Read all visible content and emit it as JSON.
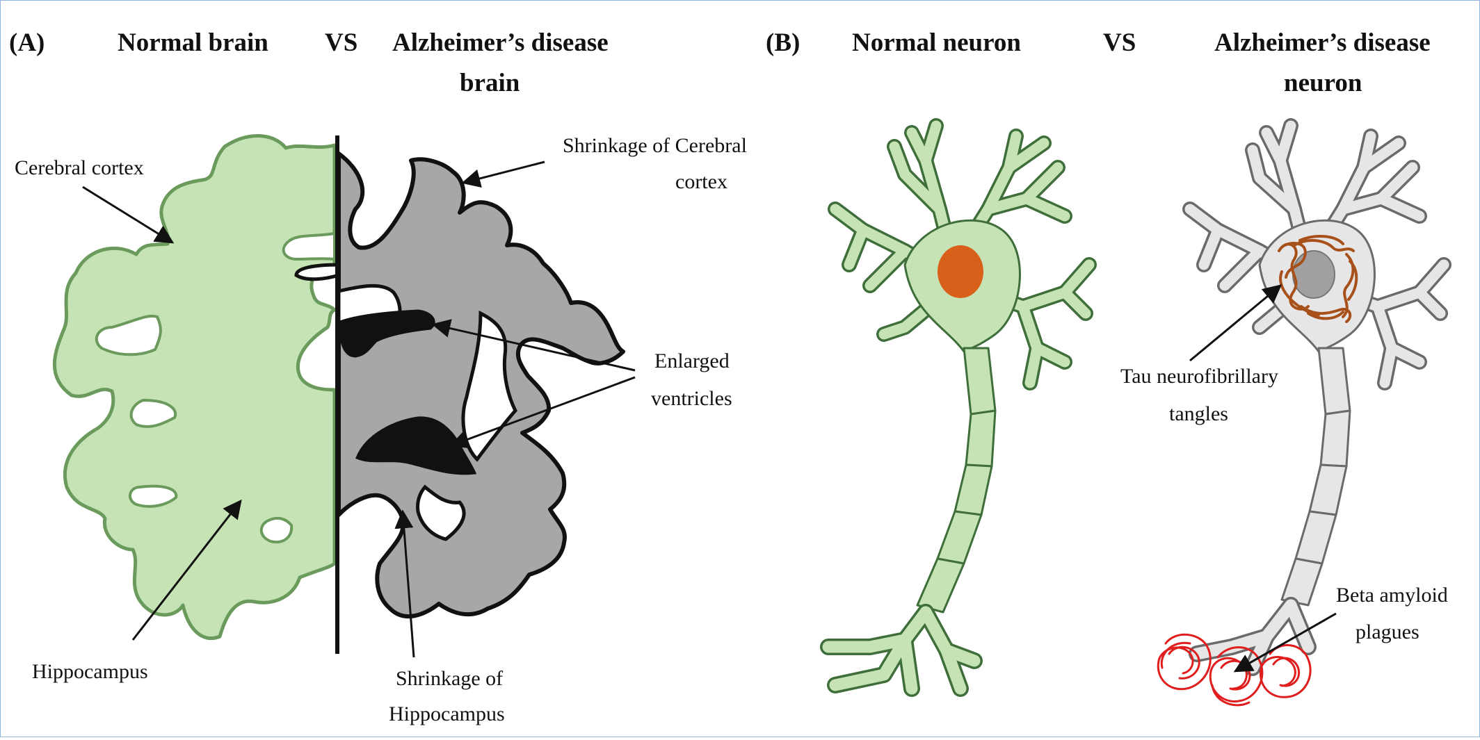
{
  "panel_a": {
    "letter": "(A)",
    "title_left": "Normal  brain",
    "vs": "VS",
    "title_right_line1": "Alzheimer’s disease",
    "title_right_line2": "brain",
    "labels": {
      "cerebral_cortex": "Cerebral cortex",
      "hippocampus": "Hippocampus",
      "shrinkage_cortex_line1": "Shrinkage of Cerebral",
      "shrinkage_cortex_line2": "cortex",
      "enlarged_ventricles_line1": "Enlarged",
      "enlarged_ventricles_line2": "ventricles",
      "shrinkage_hippocampus_line1": "Shrinkage of",
      "shrinkage_hippocampus_line2": "Hippocampus"
    }
  },
  "panel_b": {
    "letter": "(B)",
    "title_left": "Normal  neuron",
    "vs": "VS",
    "title_right_line1": "Alzheimer’s disease",
    "title_right_line2": "neuron",
    "labels": {
      "tau_line1": "Tau neurofibrillary",
      "tau_line2": "tangles",
      "beta_line1": "Beta amyloid",
      "beta_line2": "plagues"
    }
  },
  "colors": {
    "normal_fill": "#c6e3b5",
    "ad_brain_fill": "#a8a6a7",
    "ad_neuron_fill": "#e6e6e6",
    "nucleus_normal": "#d9601a",
    "nucleus_ad": "#a0a0a0",
    "tangles": "#a8501a",
    "plaques": "#e01e1e"
  }
}
